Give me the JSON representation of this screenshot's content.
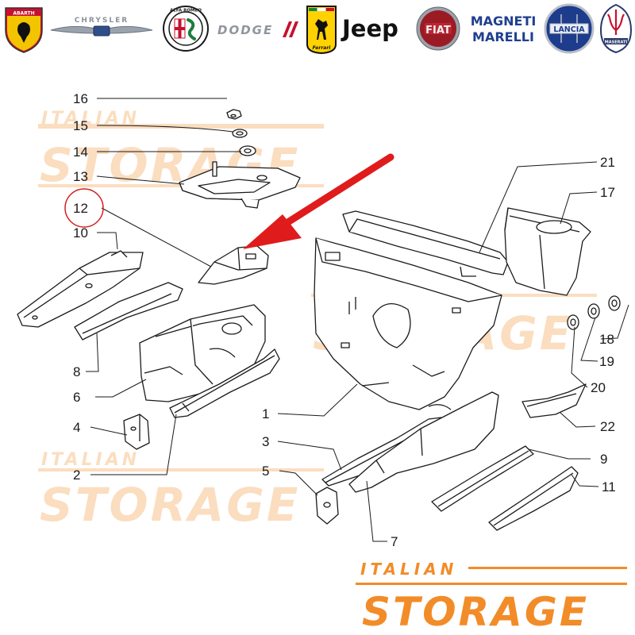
{
  "brands": [
    {
      "key": "abarth",
      "label": "ABARTH"
    },
    {
      "key": "chrysler",
      "label": "CHRYSLER"
    },
    {
      "key": "alfa_romeo",
      "label": "ALFA ROMEO"
    },
    {
      "key": "dodge",
      "label": "DODGE"
    },
    {
      "key": "ferrari",
      "label": "Ferrari"
    },
    {
      "key": "jeep",
      "label": "Jeep"
    },
    {
      "key": "fiat",
      "label": "FIAT"
    },
    {
      "key": "magneti_marelli",
      "label": "MAGNETI MARELLI",
      "line1": "MAGNETI",
      "line2": "MARELLI"
    },
    {
      "key": "lancia",
      "label": "LANCIA"
    },
    {
      "key": "maserati",
      "label": "MASERATI"
    }
  ],
  "watermark": {
    "line1": "ITALIAN",
    "line2": "STORAGE",
    "color": "#f5a04a"
  },
  "footer_brand": {
    "line1": "ITALIAN",
    "line2": "STORAGE",
    "color": "#f28c28"
  },
  "part_numbers": [
    "16",
    "15",
    "14",
    "13",
    "12",
    "10",
    "8",
    "6",
    "4",
    "2",
    "1",
    "3",
    "5",
    "7",
    "21",
    "17",
    "18",
    "19",
    "20",
    "22",
    "9",
    "11"
  ],
  "highlighted_part": "12",
  "colors": {
    "highlight_circle": "#d42020",
    "arrow": "#e01b1b",
    "line": "#1a1a1a"
  }
}
